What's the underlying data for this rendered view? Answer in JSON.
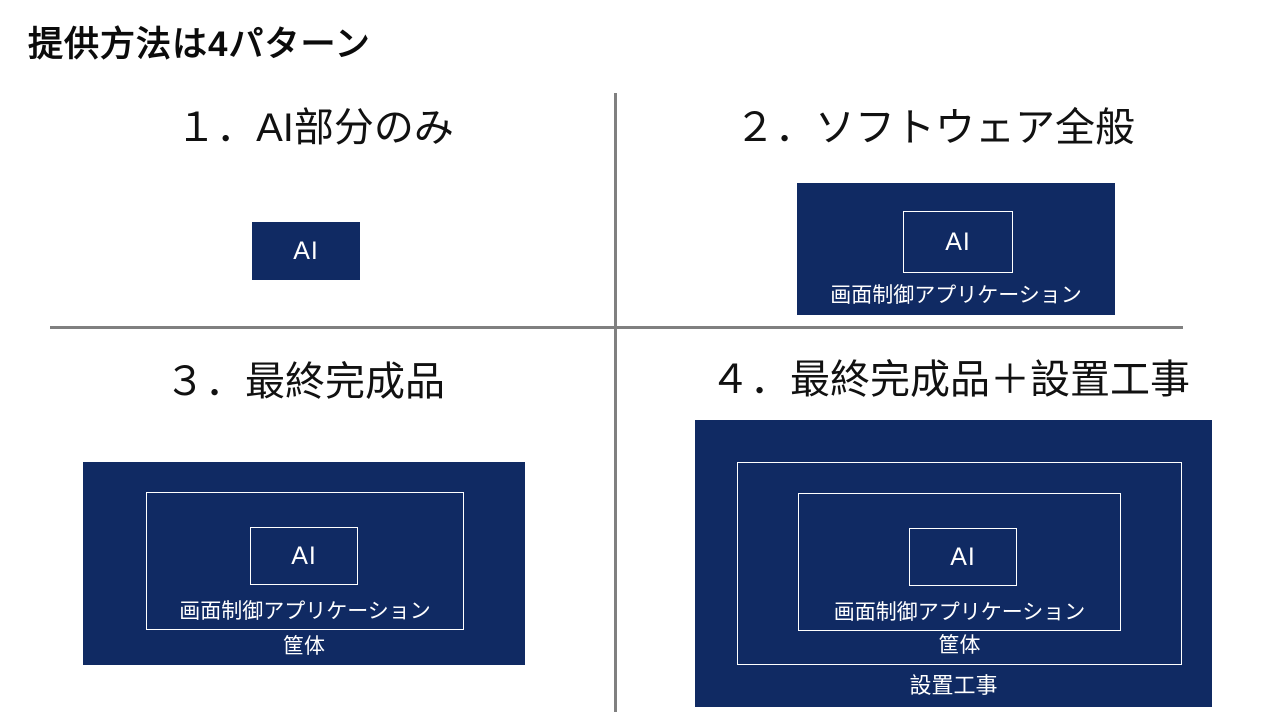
{
  "title": "提供方法は4パターン",
  "colors": {
    "background": "#FFFFFF",
    "navy": "#102A63",
    "box_outline": "#FFFFFF",
    "box_text": "#FFFFFF",
    "divider": "#808080",
    "heading_text": "#111111"
  },
  "quadrants": [
    {
      "heading": "１．AI部分のみ",
      "layers": {
        "ai": "AI"
      }
    },
    {
      "heading": "２．ソフトウェア全般",
      "layers": {
        "ai": "AI",
        "app": "画面制御アプリケーション"
      }
    },
    {
      "heading": "３．最終完成品",
      "layers": {
        "ai": "AI",
        "app": "画面制御アプリケーション",
        "chassis": "筐体"
      }
    },
    {
      "heading": "４．最終完成品＋設置工事",
      "layers": {
        "ai": "AI",
        "app": "画面制御アプリケーション",
        "chassis": "筐体",
        "installation": "設置工事"
      }
    }
  ]
}
